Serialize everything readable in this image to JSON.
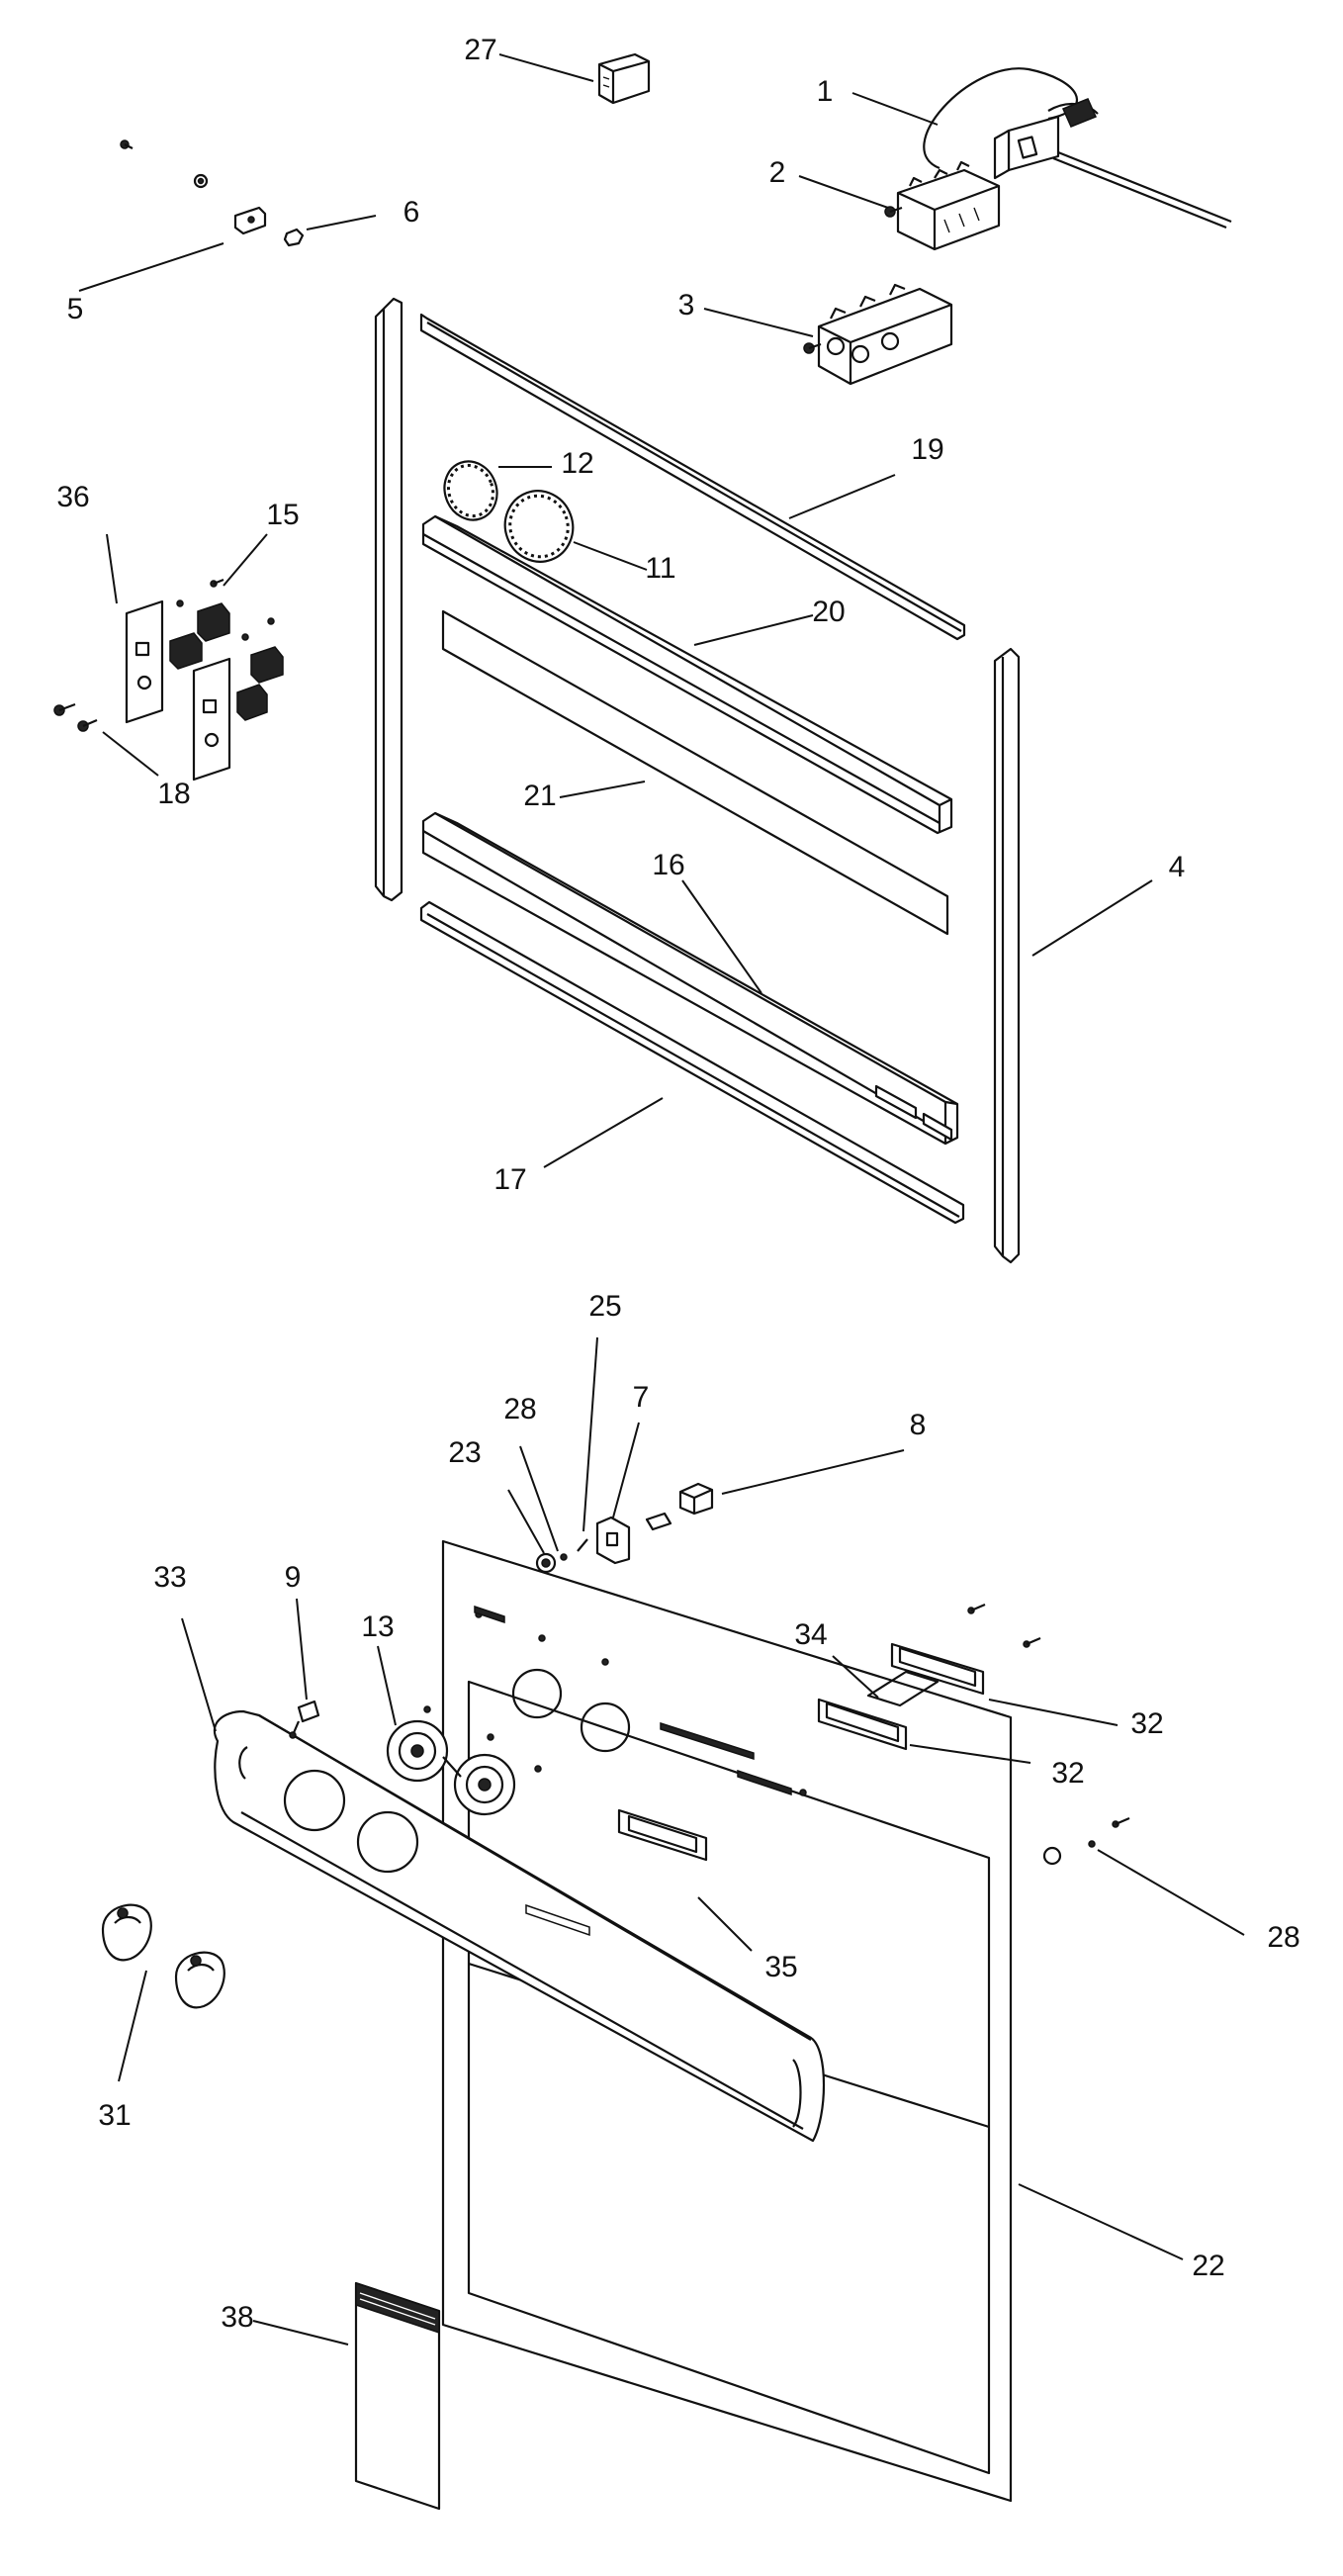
{
  "callouts": [
    {
      "id": "1",
      "label": "1"
    },
    {
      "id": "2",
      "label": "2"
    },
    {
      "id": "3",
      "label": "3"
    },
    {
      "id": "4",
      "label": "4"
    },
    {
      "id": "5",
      "label": "5"
    },
    {
      "id": "6",
      "label": "6"
    },
    {
      "id": "7",
      "label": "7"
    },
    {
      "id": "8",
      "label": "8"
    },
    {
      "id": "9",
      "label": "9"
    },
    {
      "id": "11",
      "label": "11"
    },
    {
      "id": "12",
      "label": "12"
    },
    {
      "id": "13",
      "label": "13"
    },
    {
      "id": "15",
      "label": "15"
    },
    {
      "id": "16",
      "label": "16"
    },
    {
      "id": "17",
      "label": "17"
    },
    {
      "id": "18",
      "label": "18"
    },
    {
      "id": "19",
      "label": "19"
    },
    {
      "id": "20",
      "label": "20"
    },
    {
      "id": "21",
      "label": "21"
    },
    {
      "id": "22",
      "label": "22"
    },
    {
      "id": "23",
      "label": "23"
    },
    {
      "id": "25",
      "label": "25"
    },
    {
      "id": "27",
      "label": "27"
    },
    {
      "id": "28a",
      "label": "28"
    },
    {
      "id": "28b",
      "label": "28"
    },
    {
      "id": "31",
      "label": "31"
    },
    {
      "id": "32a",
      "label": "32"
    },
    {
      "id": "32b",
      "label": "32"
    },
    {
      "id": "33",
      "label": "33"
    },
    {
      "id": "34",
      "label": "34"
    },
    {
      "id": "35",
      "label": "35"
    },
    {
      "id": "36",
      "label": "36"
    },
    {
      "id": "38",
      "label": "38"
    }
  ]
}
